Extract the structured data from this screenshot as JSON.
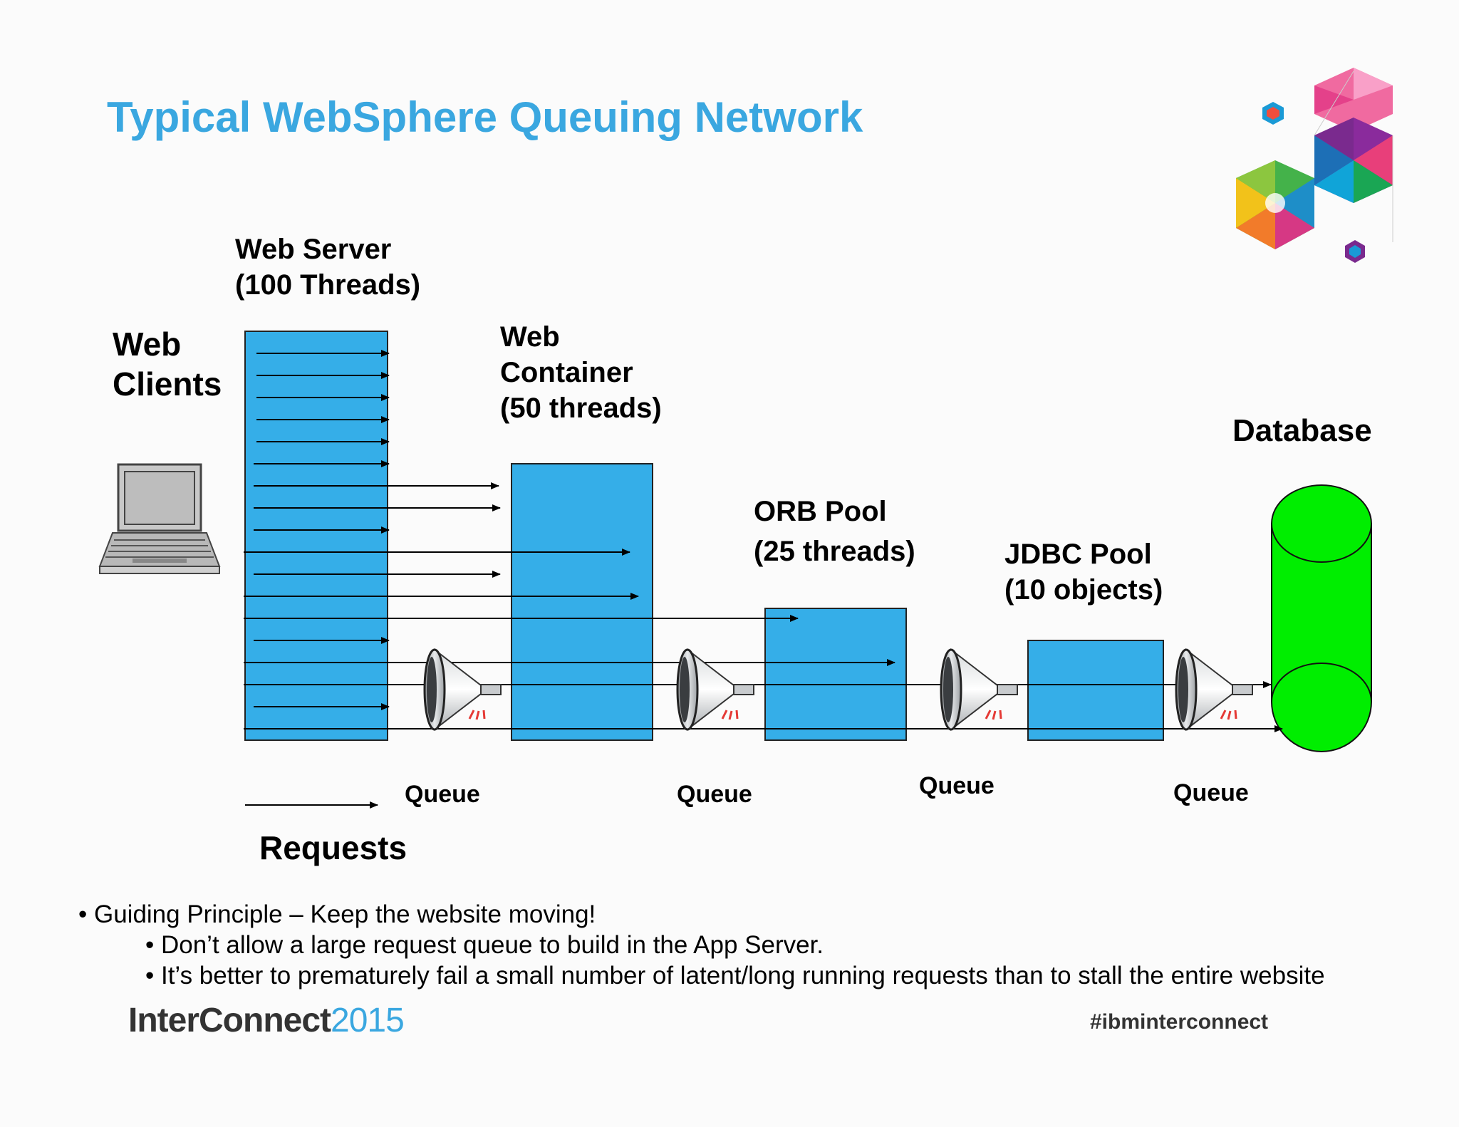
{
  "title": "Typical WebSphere Queuing Network",
  "labels": {
    "web_server": "Web Server\n(100 Threads)",
    "web_clients": "Web\nClients",
    "web_container": "Web\nContainer\n(50 threads)",
    "database": "Database",
    "orb_pool": "ORB Pool\n(25 threads)",
    "jdbc_pool": "JDBC Pool\n(10 objects)",
    "queue1": "Queue",
    "queue2": "Queue",
    "queue3": "Queue",
    "queue4": "Queue",
    "requests": "Requests"
  },
  "bullets": {
    "main": "• Guiding Principle – Keep the website moving!",
    "sub1": "• Don’t allow a large request queue to build in the App Server.",
    "sub2": "• It’s better to prematurely fail a small number of latent/long running requests than to stall the entire website"
  },
  "footer": {
    "brand_bold": "InterConnect",
    "brand_year": "2015",
    "hashtag": "#ibminterconnect"
  },
  "colors": {
    "title": "#3aa7e0",
    "box": "#35aee8",
    "database": "#00ee00"
  },
  "icons": [
    "laptop-icon",
    "funnel-icon",
    "ibm-hexagon-logo"
  ]
}
